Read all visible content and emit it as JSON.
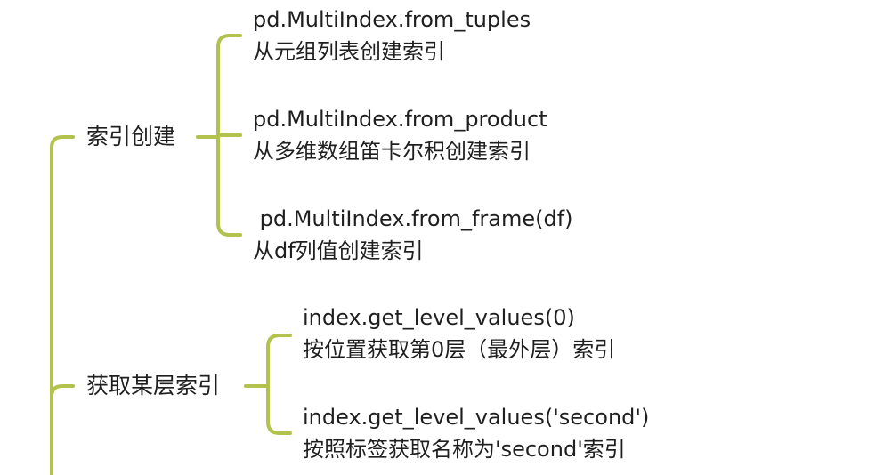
{
  "colors": {
    "connector": "#b3c24c",
    "text": "#1f1f1f",
    "background": "#ffffff"
  },
  "branches": [
    {
      "label": "索引创建",
      "leaves": [
        {
          "code": "pd.MultiIndex.from_tuples",
          "desc": "从元组列表创建索引"
        },
        {
          "code": "pd.MultiIndex.from_product",
          "desc": "从多维数组笛卡尔积创建索引"
        },
        {
          "code": " pd.MultiIndex.from_frame(df)",
          "desc": "从df列值创建索引"
        }
      ]
    },
    {
      "label": "获取某层索引",
      "leaves": [
        {
          "code": "index.get_level_values(0)",
          "desc": "按位置获取第0层（最外层）索引"
        },
        {
          "code": "index.get_level_values('second')",
          "desc": "按照标签获取名称为'second'索引"
        }
      ]
    }
  ]
}
